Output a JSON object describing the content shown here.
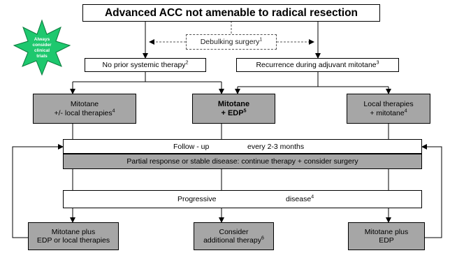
{
  "title": "Advanced  ACC  not amenable to radical resection",
  "debulking": {
    "label": "Debulking surgery",
    "sup": "1"
  },
  "branch_left": {
    "label": "No prior systemic therapy",
    "sup": "2"
  },
  "branch_right": {
    "label": "Recurrence during adjuvant mitotane",
    "sup": "3"
  },
  "badge": {
    "lines": [
      "Always",
      "consider",
      "clinical",
      "trials"
    ],
    "color": "#1ec86e"
  },
  "treatments": {
    "left": {
      "line1": "Mitotane",
      "line2": "+/- local therapies",
      "sup": "4"
    },
    "center": {
      "line1": "Mitotane",
      "line2": "+ EDP",
      "sup": "5"
    },
    "right": {
      "line1": "Local therapies",
      "line2": "+ mitotane",
      "sup": "4"
    }
  },
  "followup": {
    "label": "Follow - up",
    "interval": "every  2-3  months"
  },
  "response": {
    "label": "Partial response or stable disease: continue therapy + consider  surgery"
  },
  "progressive": {
    "label": "Progressive",
    "label2": "disease",
    "sup": "4"
  },
  "outcomes": {
    "left": {
      "line1": "Mitotane plus",
      "line2": "EDP or local therapies"
    },
    "center": {
      "line1": "Consider",
      "line2": "additional therapy",
      "sup": "6"
    },
    "right": {
      "line1": "Mitotane plus",
      "line2": "EDP"
    }
  },
  "colors": {
    "box_grey": "#a6a6a6",
    "line": "#000000",
    "dashed": "#555555"
  }
}
